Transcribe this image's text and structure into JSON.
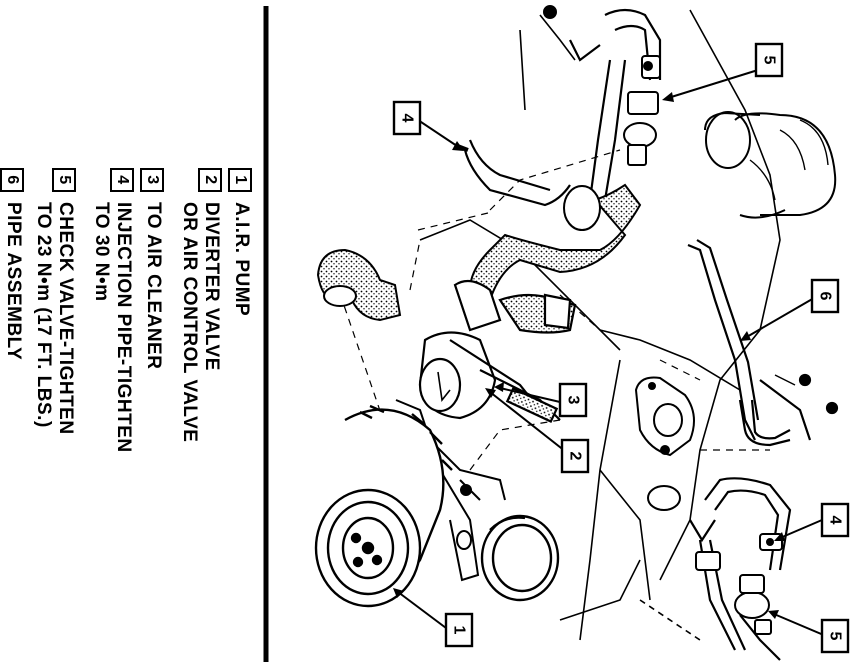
{
  "legend": [
    {
      "num": "1",
      "text": "A.I.R. PUMP"
    },
    {
      "num": "2",
      "text": "DIVERTER VALVE\nOR AIR CONTROL VALVE"
    },
    {
      "num": "3",
      "text": "TO AIR CLEANER"
    },
    {
      "num": "4",
      "text": "INJECTION PIPE-TIGHTEN\nTO 30 N•m"
    },
    {
      "num": "5",
      "text": "CHECK VALVE-TIGHTEN\nTO 23 N•m (17 FT. LBS.)"
    },
    {
      "num": "6",
      "text": "PIPE ASSEMBLY"
    }
  ],
  "callouts": {
    "c1": "1",
    "c2": "2",
    "c3": "3",
    "c4a": "4",
    "c4b": "4",
    "c5a": "5",
    "c5b": "5",
    "c6": "6"
  }
}
